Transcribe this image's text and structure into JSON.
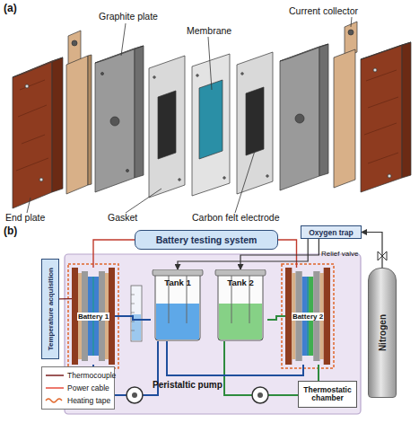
{
  "diagram": {
    "nodes": [
      {
        "text": [
          "Battery testing system"
        ]
      },
      {
        "text": [
          "Oxygen trap"
        ]
      },
      {
        "text": [
          "Temperature acquisition"
        ]
      },
      {
        "text": [
          "Battery 1"
        ]
      },
      {
        "text": [
          "Tank 1"
        ]
      },
      {
        "text": [
          "Tank 2"
        ]
      },
      {
        "text": [
          "Battery 2"
        ]
      },
      {
        "text": [
          "Nitrogen"
        ]
      },
      {
        "text": [
          "Thermostatic chamber"
        ]
      }
    ],
    "edges": [
      {
        "from": 0,
        "to": 3,
        "arrow": "none"
      },
      {
        "from": 0,
        "to": 6,
        "arrow": "none"
      },
      {
        "from": 2,
        "to": 3,
        "arrow": "none"
      },
      {
        "from": 4,
        "to": 3,
        "arrow": "none"
      },
      {
        "from": 4,
        "to": 6,
        "arrow": "none"
      },
      {
        "from": 5,
        "to": 6,
        "arrow": "none"
      },
      {
        "from": 7,
        "to": 1,
        "arrow": "to"
      },
      {
        "from": 1,
        "to": 5,
        "arrow": "to"
      },
      {
        "from": 1,
        "to": 4,
        "arrow": "to"
      }
    ],
    "labels": [
      "(a)",
      "Graphite plate",
      "Membrane",
      "Current collector",
      "End plate",
      "Gasket",
      "Carbon felt electrode",
      "(b)",
      "Relief valve",
      "Peristaltic pump"
    ],
    "legend": [
      {
        "text": "Thermocouple"
      },
      {
        "text": "Power cable"
      },
      {
        "text": "Heating tape"
      }
    ]
  }
}
